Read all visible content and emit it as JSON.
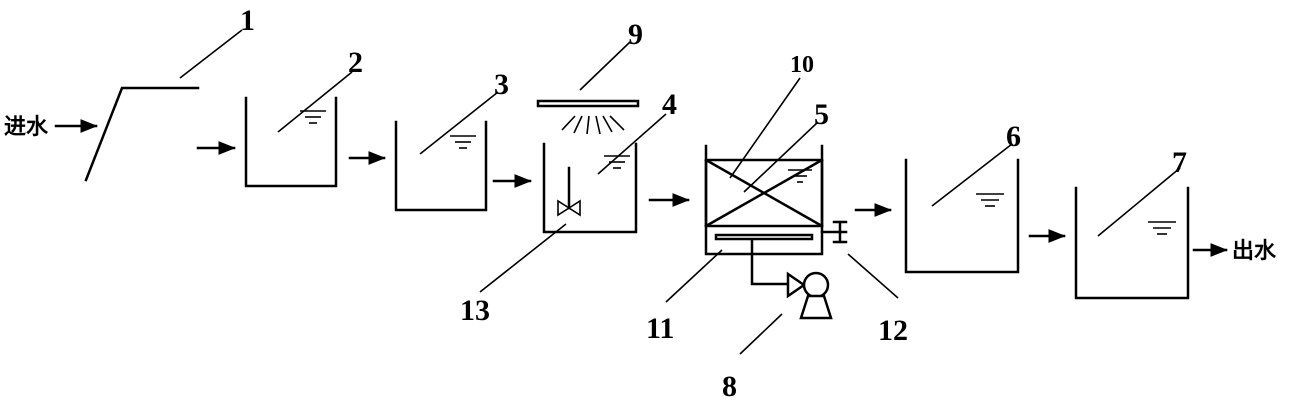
{
  "labels": {
    "inlet": "进水",
    "outlet": "出水",
    "n1": "1",
    "n2": "2",
    "n3": "3",
    "n4": "4",
    "n5": "5",
    "n6": "6",
    "n7": "7",
    "n8": "8",
    "n9": "9",
    "n10": "10",
    "n11": "11",
    "n12": "12",
    "n13": "13"
  }
}
